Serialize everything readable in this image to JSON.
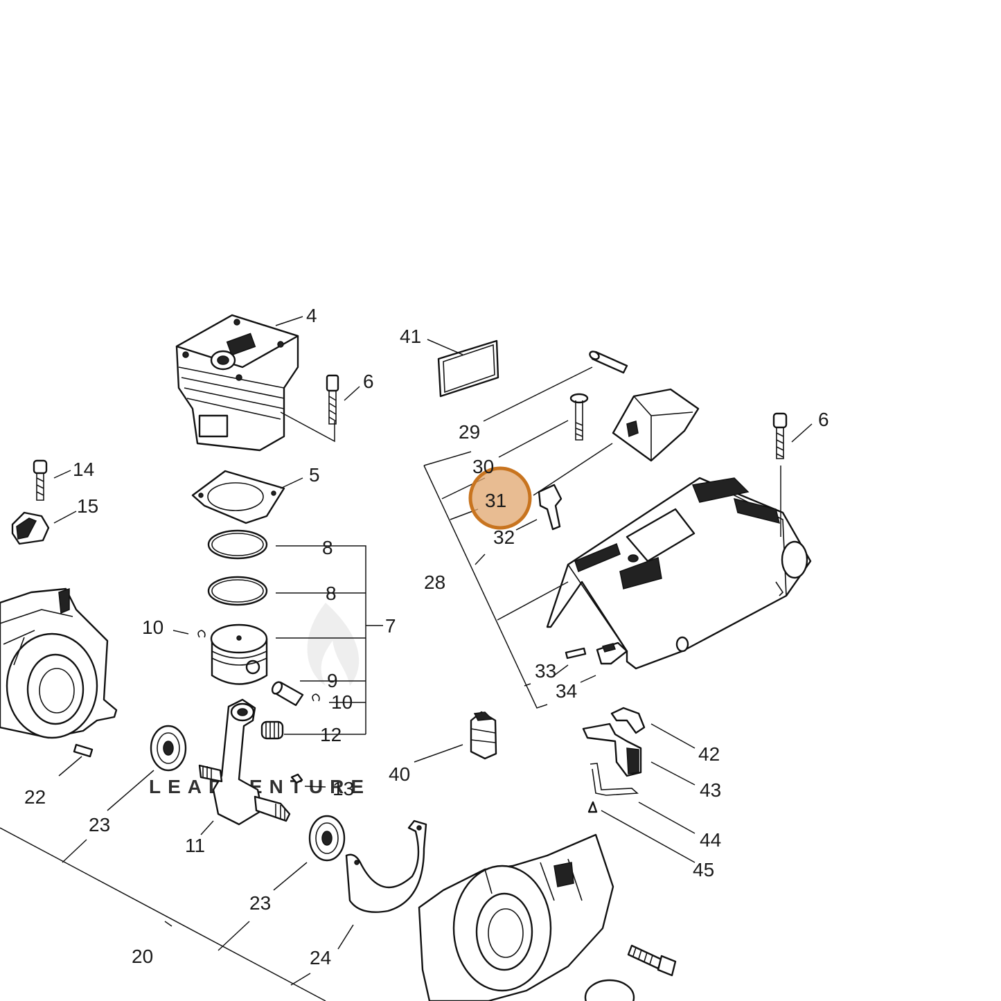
{
  "diagram": {
    "labels": {
      "l4": "4",
      "l6a": "6",
      "l6b": "6",
      "l5": "5",
      "l7": "7",
      "l8a": "8",
      "l8b": "8",
      "l9": "9",
      "l10a": "10",
      "l10b": "10",
      "l11": "11",
      "l12": "12",
      "l13": "13",
      "l14": "14",
      "l15": "15",
      "l20": "20",
      "l22": "22",
      "l23a": "23",
      "l23b": "23",
      "l24": "24",
      "l28": "28",
      "l29": "29",
      "l30": "30",
      "l31": "31",
      "l32": "32",
      "l33": "33",
      "l34": "34",
      "l40": "40",
      "l41": "41",
      "l42": "42",
      "l43": "43",
      "l44": "44",
      "l45": "45"
    },
    "highlight": {
      "part": "31",
      "color": "#e0a66e",
      "border": "#c8741f"
    },
    "watermark": "LEADVENTURE"
  }
}
